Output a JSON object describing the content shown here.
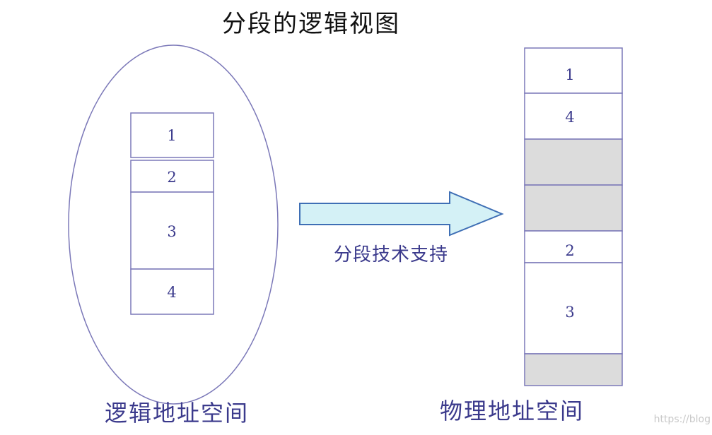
{
  "title": "分段的逻辑视图",
  "logical_space": {
    "caption": "逻辑地址空间",
    "segments": [
      "1",
      "2",
      "3",
      "4"
    ]
  },
  "arrow": {
    "label": "分段技术支持"
  },
  "physical_space": {
    "caption": "物理地址空间",
    "blocks": [
      {
        "label": "1",
        "free": false
      },
      {
        "label": "4",
        "free": false
      },
      {
        "label": "",
        "free": true
      },
      {
        "label": "",
        "free": true
      },
      {
        "label": "2",
        "free": false
      },
      {
        "label": "3",
        "free": false
      },
      {
        "label": "",
        "free": true
      }
    ]
  },
  "watermark": "https://blog",
  "colors": {
    "stroke": "#7b78b8",
    "text": "#3b3a8c",
    "free_fill": "#dcdcdc",
    "arrow_fill": "#d4f1f6"
  }
}
